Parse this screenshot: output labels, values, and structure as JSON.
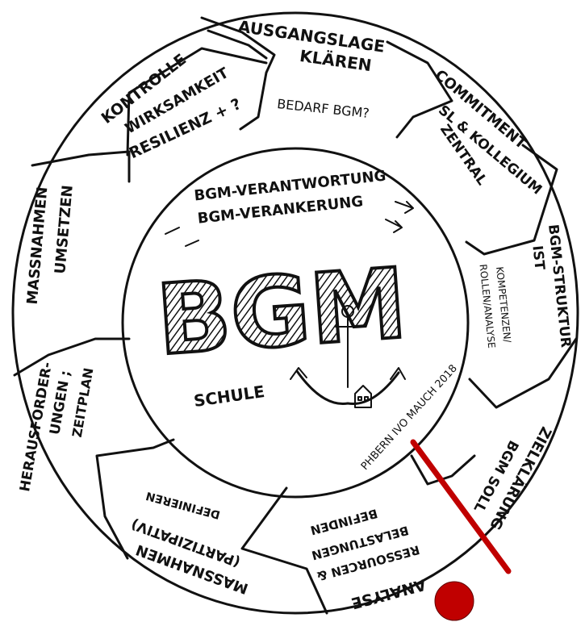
{
  "center": {
    "title": "BGM",
    "subtitle": "SCHULE",
    "line1": "BGM-VERANTWORTUNG",
    "line2": "BGM-VERANKERUNG",
    "credit": "PHBERN IVO MAUCH 2018"
  },
  "segments": [
    {
      "id": "ausgangslage",
      "lines": [
        "AUSGANGSLAGE",
        "KLÄREN"
      ],
      "note": "BEDARF BGM?"
    },
    {
      "id": "commitment",
      "lines": [
        "COMMITMENT",
        "SL & KOLLEGIUM",
        "ZENTRAL"
      ]
    },
    {
      "id": "struktur",
      "lines": [
        "BGM-STRUKTUR",
        "IST"
      ],
      "note_lines": [
        "KOMPETENZEN/",
        "ROLLEN/ANALYSE"
      ]
    },
    {
      "id": "zielklaerung",
      "lines": [
        "ZIELKLÄRUNG",
        "BGM SOLL"
      ]
    },
    {
      "id": "analyse",
      "lines": [
        "ANALYSE",
        "RESSOURCEN &",
        "BELASTUNGEN",
        "BEFINDEN"
      ]
    },
    {
      "id": "massnahmen-definieren",
      "lines": [
        "MASSNAHMEN",
        "(PARTIZIPATIV)",
        "DEFINIEREN"
      ]
    },
    {
      "id": "herausforderungen",
      "lines": [
        "HERAUSFORDER-",
        "UNGEN ;",
        "ZEITPLAN"
      ]
    },
    {
      "id": "massnahmen-umsetzen",
      "lines": [
        "MASSNAHMEN",
        "UMSETZEN"
      ]
    },
    {
      "id": "kontrolle",
      "lines": [
        "KONTROLLE",
        "WIRKSAMKEIT",
        "RESILIENZ + ?"
      ]
    }
  ],
  "colors": {
    "ink": "#111111",
    "marker": "#c00000",
    "paper": "#ffffff"
  }
}
